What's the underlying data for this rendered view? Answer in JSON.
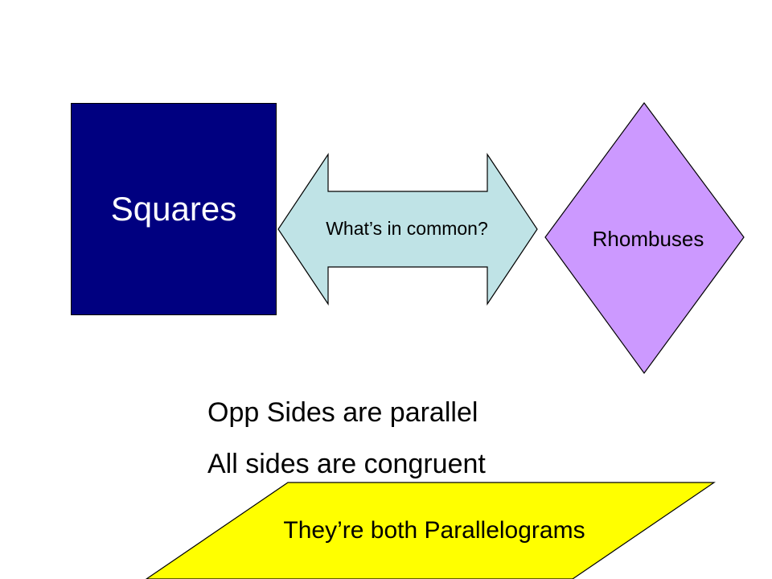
{
  "colors": {
    "square_fill": "#000080",
    "arrow_fill": "#bfe3e6",
    "rhombus_fill": "#cc99ff",
    "parallelogram_fill": "#ffff00",
    "outline": "#000000"
  },
  "diagram": {
    "square_label": "Squares",
    "arrow_label": "What’s in common?",
    "rhombus_label": "Rhombuses",
    "facts": [
      "Opp Sides are parallel",
      "All sides are congruent"
    ],
    "conclusion": "They’re both Parallelograms"
  }
}
